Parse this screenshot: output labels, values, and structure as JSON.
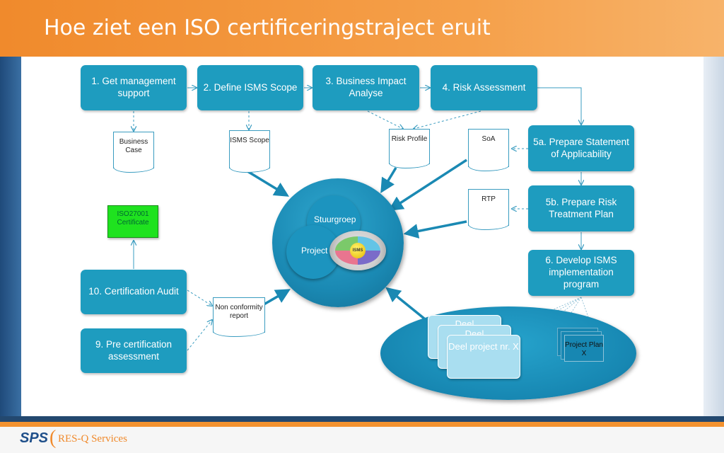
{
  "title": "Hoe ziet een ISO certificeringstraject eruit",
  "steps": {
    "s1": "1. Get management support",
    "s2": "2. Define ISMS Scope",
    "s3": "3. Business Impact Analyse",
    "s4": "4. Risk Assessment",
    "s5a": "5a. Prepare Statement of Applicability",
    "s5b": "5b. Prepare Risk Treatment Plan",
    "s6": "6. Develop ISMS implementation program",
    "s9": "9. Pre certification assessment",
    "s10": "10. Certification Audit"
  },
  "docs": {
    "business_case": "Business Case",
    "isms_scope": "ISMS Scope",
    "risk_profile": "Risk Profile",
    "soa": "SoA",
    "rtp": "RTP",
    "non_conformity": "Non conformity report"
  },
  "certificate": "ISO27001 Certificate",
  "center": {
    "stuurgroep": "Stuurgroep",
    "project": "Project",
    "isms": "ISMS"
  },
  "subprojects": {
    "deel1": "Deel",
    "deel2": "Deel",
    "deel3": "Deel project nr. X",
    "project_plan": "Project Plan X"
  },
  "footer": {
    "logo": "SPS",
    "company": "RES-Q Services"
  },
  "colors": {
    "accent_orange": "#f08a2c",
    "step_blue": "#1e9cbf",
    "certificate_green": "#1fe21f",
    "dark_blue": "#23486f"
  }
}
